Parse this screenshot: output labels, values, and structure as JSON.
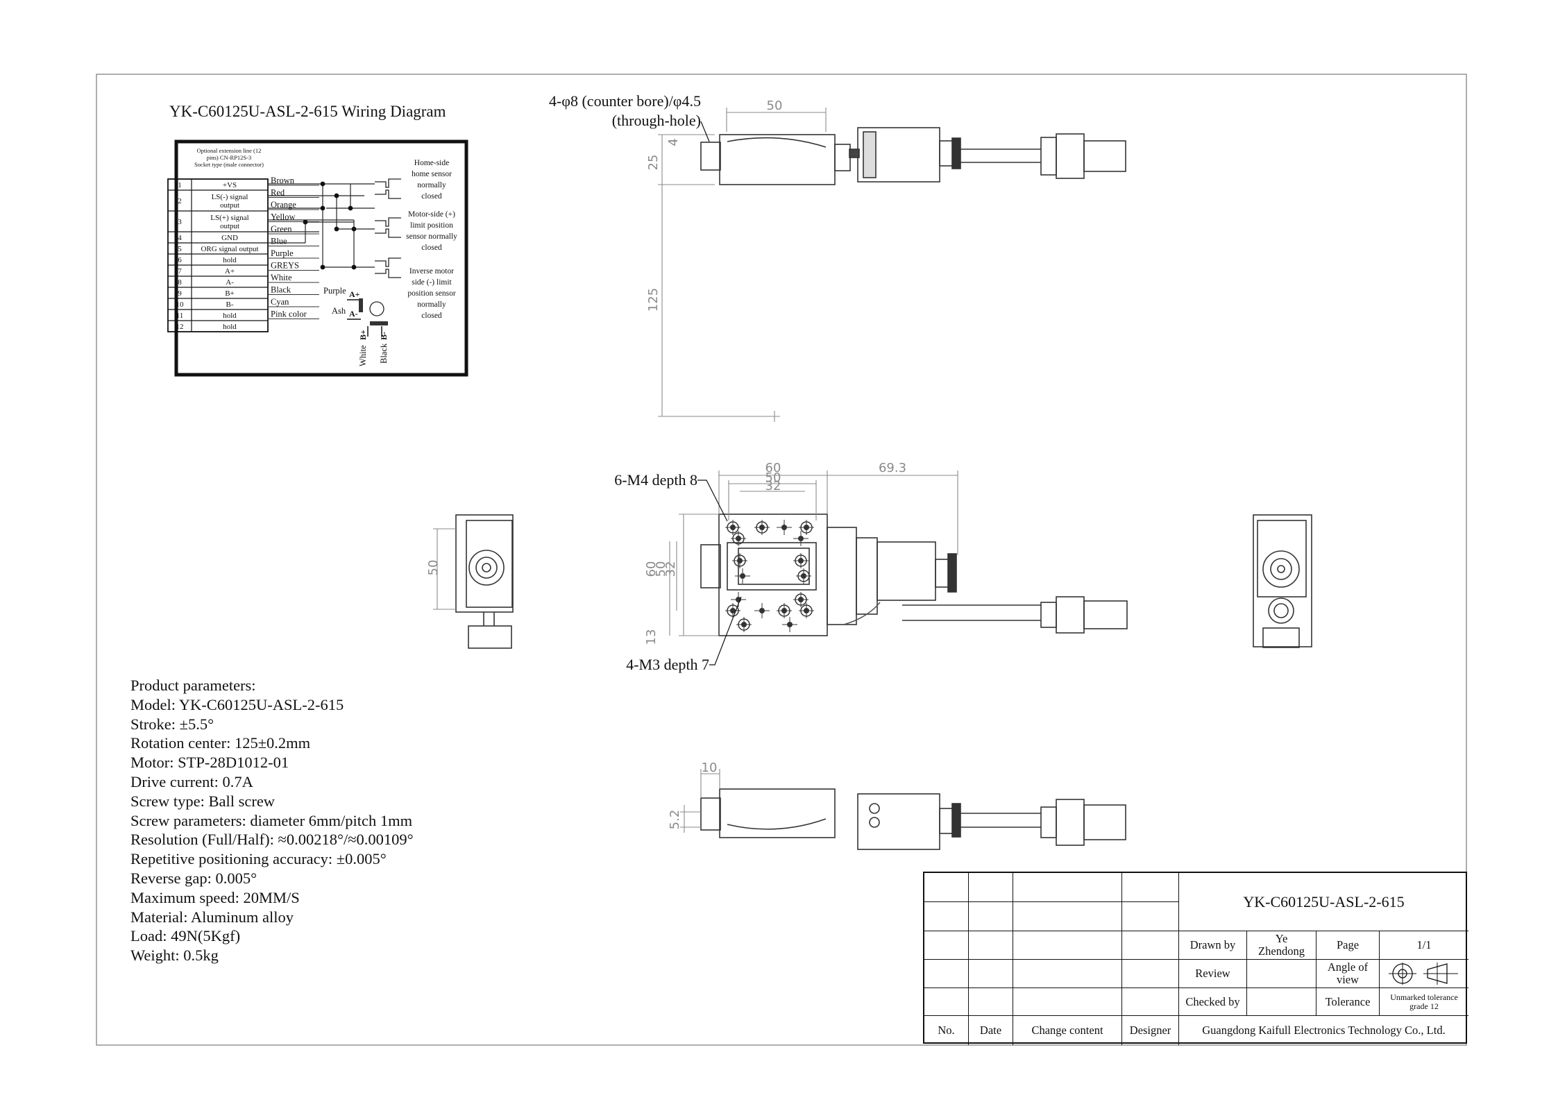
{
  "wiring": {
    "title": "YK-C60125U-ASL-2-615 Wiring Diagram",
    "connector_note": [
      "Optional extension line (12",
      "pins) CN-RP12S-3",
      "Socket type (male connector)"
    ],
    "pins": [
      {
        "no": "1",
        "signal": [
          "+VS"
        ],
        "color": "Brown"
      },
      {
        "no": "2",
        "signal": [
          "LS(-) signal",
          "output"
        ],
        "color": "Red"
      },
      {
        "no": "",
        "signal": [],
        "color": "Orange"
      },
      {
        "no": "3",
        "signal": [
          "LS(+) signal",
          "output"
        ],
        "color": "Yellow"
      },
      {
        "no": "",
        "signal": [],
        "color": "Green"
      },
      {
        "no": "4",
        "signal": [
          "GND"
        ],
        "color": "Blue"
      },
      {
        "no": "5",
        "signal": [
          "ORG signal output"
        ],
        "color": "Purple"
      },
      {
        "no": "6",
        "signal": [
          "hold"
        ],
        "color": "GREYS"
      },
      {
        "no": "7",
        "signal": [
          "A+"
        ],
        "color": "White"
      },
      {
        "no": "8",
        "signal": [
          "A-"
        ],
        "color": "Black"
      },
      {
        "no": "9",
        "signal": [
          "B+"
        ],
        "color": "Cyan"
      },
      {
        "no": "10",
        "signal": [
          "B-"
        ],
        "color": "Pink color"
      },
      {
        "no": "11",
        "signal": [
          "hold"
        ],
        "color": ""
      },
      {
        "no": "12",
        "signal": [
          "hold"
        ],
        "color": ""
      }
    ],
    "sensors": [
      [
        "Home-side",
        "home sensor",
        "normally",
        "closed"
      ],
      [
        "Motor-side (+)",
        "limit position",
        "sensor normally",
        "closed"
      ],
      [
        "Inverse motor",
        "side (-) limit",
        "position sensor",
        "normally",
        "closed"
      ]
    ],
    "motor_labels": {
      "purple": "Purple",
      "a_plus": "A+",
      "ash": "Ash",
      "a_minus": "A-",
      "white": "White",
      "b_plus": "B+",
      "black": "Black",
      "b_minus": "B-"
    }
  },
  "callouts": {
    "counterbore_line1": "4-φ8 (counter bore)/φ4.5",
    "counterbore_line2": "(through-hole)",
    "m4": "6-M4 depth 8",
    "m3": "4-M3 depth 7"
  },
  "dimensions": {
    "top_50": "50",
    "top_25": "25",
    "top_4": "4",
    "top_125": "125",
    "mid_60": "60",
    "mid_50": "50",
    "mid_32": "32",
    "mid_693": "69.3",
    "left_60": "60",
    "left_50": "50",
    "left_32": "32",
    "left_13": "13",
    "side_50": "50",
    "bottom_10": "10",
    "bottom_52": "5.2"
  },
  "parameters": [
    "Product parameters:",
    "Model: YK-C60125U-ASL-2-615",
    "Stroke: ±5.5°",
    "Rotation center: 125±0.2mm",
    "Motor: STP-28D1012-01",
    "Drive current: 0.7A",
    "Screw type: Ball screw",
    "Screw parameters: diameter 6mm/pitch 1mm",
    "Resolution (Full/Half): ≈0.00218°/≈0.00109°",
    "Repetitive positioning accuracy: ±0.005°",
    "Reverse gap: 0.005°",
    "Maximum speed: 20MM/S",
    "Material: Aluminum alloy",
    "Load: 49N(5Kgf)",
    "Weight: 0.5kg"
  ],
  "title_block": {
    "model": "YK-C60125U-ASL-2-615",
    "drawn_by_label": "Drawn by",
    "drawn_by_value": "Ye Zhendong",
    "page_label": "Page",
    "page_value": "1/1",
    "review_label": "Review",
    "angle_label": "Angle of view",
    "checked_label": "Checked by",
    "tolerance_label": "Tolerance",
    "tolerance_value": "Unmarked tolerance grade 12",
    "col_no": "No.",
    "col_date": "Date",
    "col_change": "Change content",
    "col_designer": "Designer",
    "company": "Guangdong Kaifull Electronics Technology Co., Ltd."
  }
}
